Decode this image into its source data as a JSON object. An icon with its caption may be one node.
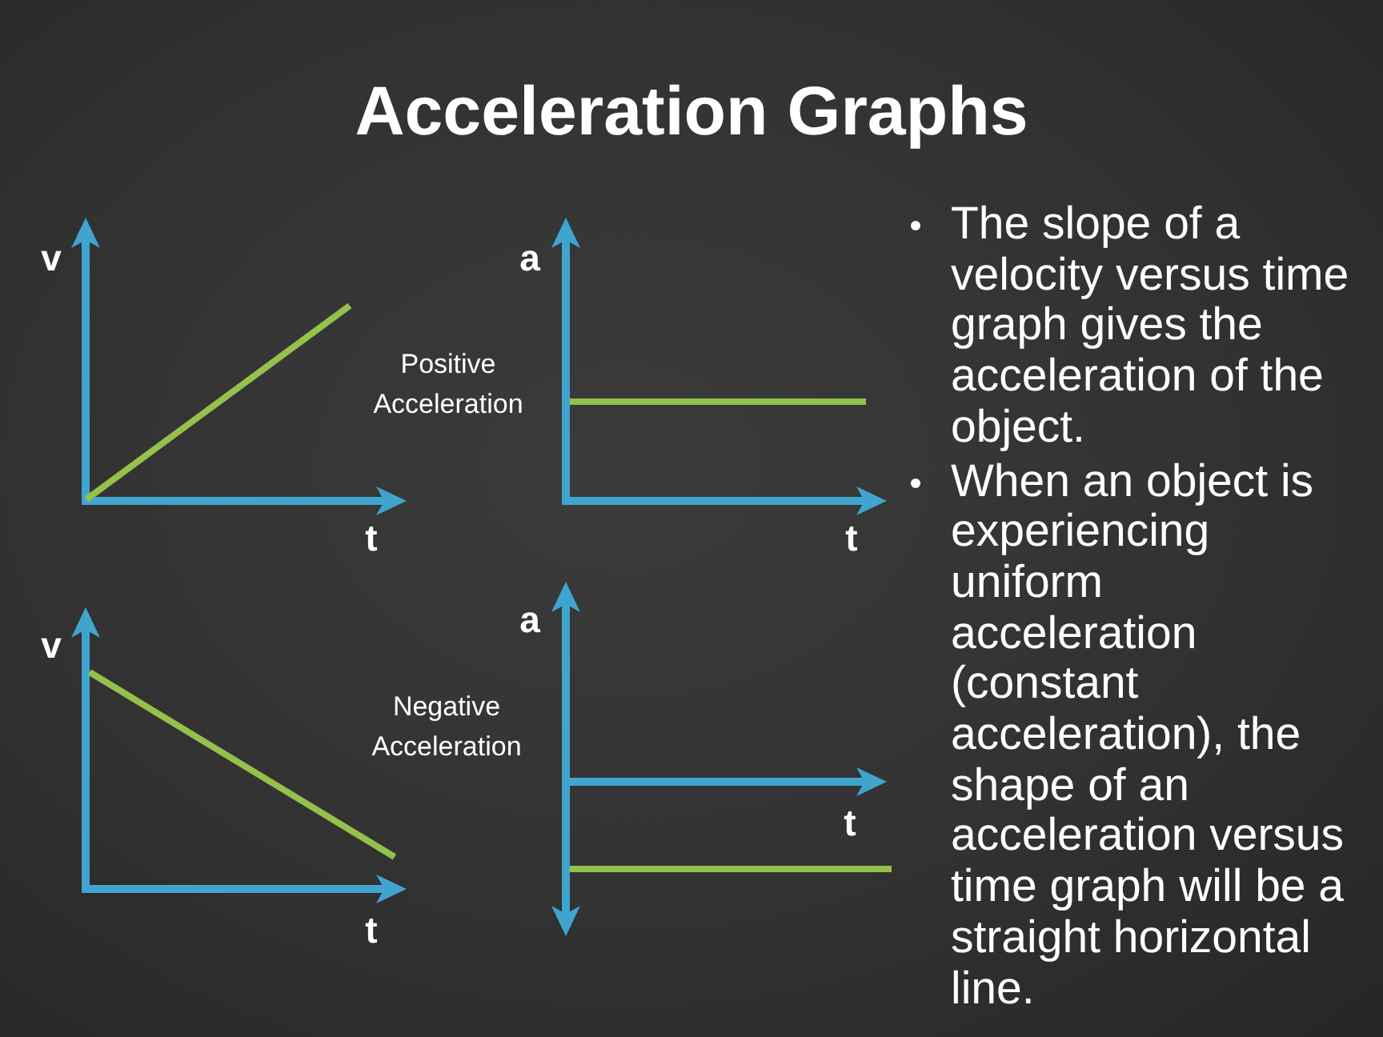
{
  "diagram": {
    "title": "Acceleration Graphs",
    "labels": [
      "v",
      "a",
      "Positive Acceleration",
      "t",
      "t",
      "a",
      "v",
      "Negative Acceleration",
      "t",
      "t",
      "The slope of a velocity versus time graph gives the acceleration of the object.",
      "When an object is experiencing uniform acceleration (constant acceleration), the shape of an acceleration versus time graph will be a straight horizontal line."
    ]
  }
}
